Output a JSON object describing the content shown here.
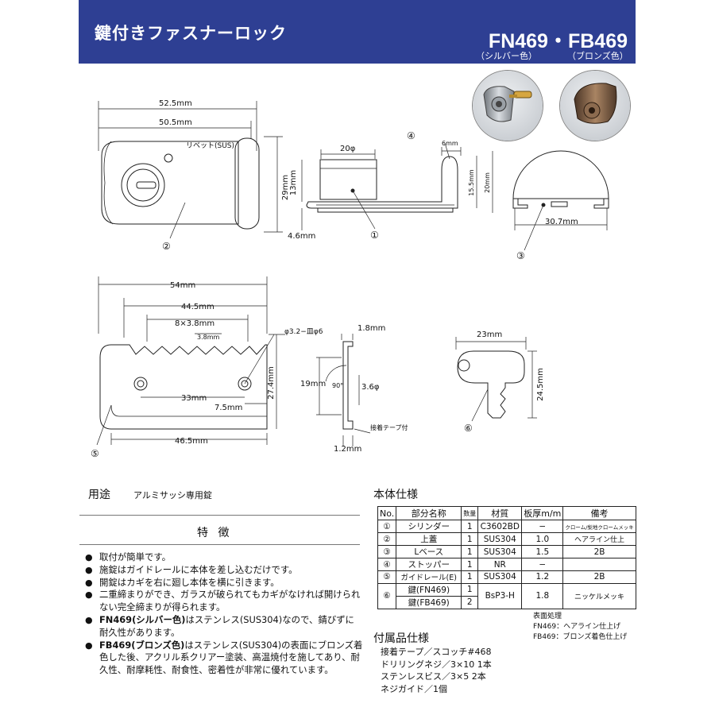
{
  "header": {
    "title": "鍵付きファスナーロック",
    "model": "FN469・FB469",
    "variant1": "（シルバー色）",
    "variant2": "（ブロンズ色）"
  },
  "drawing_labels": {
    "top_overall_width": "52.5mm",
    "top_inner_width": "50.5mm",
    "rivet": "リベット(SUS)",
    "top_height": "29mm",
    "side_dia": "20φ",
    "side_height": "13mm",
    "side_base": "4.6mm",
    "stopper_width": "6mm",
    "stopper_h1": "15.5mm",
    "stopper_h2": "20mm",
    "base_width": "30.7mm",
    "rail_total": "54mm",
    "rail_44": "44.5mm",
    "rail_pitch": "8×3.8mm",
    "rail_tooth": "3.8mm",
    "rail_hole": "φ3.2−皿φ6",
    "rail_hole_spacing": "33mm",
    "rail_edge": "7.5mm",
    "rail_height": "27.4mm",
    "rail_bottom": "46.5mm",
    "section_thick": "1.8mm",
    "section_height": "19mm",
    "section_angle": "90°",
    "section_dia": "3.6φ",
    "section_tape": "接着テープ付",
    "section_base": "1.2mm",
    "key_width": "23mm",
    "key_height": "24.5mm",
    "n1": "①",
    "n2": "②",
    "n3": "③",
    "n4": "④",
    "n5": "⑤",
    "n6": "⑥"
  },
  "usage": {
    "label": "用途",
    "value": "アルミサッシ専用錠"
  },
  "features": {
    "title": "特 徴",
    "items": [
      "取付が簡単です。",
      "施錠はガイドレールに本体を差し込むだけです。",
      "開錠はカギを右に廻し本体を横に引きます。",
      "二重締まりができ、ガラスが破られてもカギがなければ開けられない完全締まりが得られます。"
    ],
    "fn_bold": "FN469(シルバー色)",
    "fn_text": "はステンレス(SUS304)なので、錆びずに耐久性があります。",
    "fb_bold": "FB469(ブロンズ色)",
    "fb_text": "はステンレス(SUS304)の表面にブロンズ着色した後、アクリル系クリアー塗装、高温焼付を施してあり、耐久性、耐摩耗性、耐食性、密着性が非常に優れています。"
  },
  "spec": {
    "title": "本体仕様",
    "headers": [
      "No.",
      "部分名称",
      "数量",
      "材質",
      "板厚m/m",
      "備考"
    ],
    "rows": [
      [
        "①",
        "シリンダー",
        "1",
        "C3602BD",
        "−",
        "クローム/梨地クロームメッキ"
      ],
      [
        "②",
        "上蓋",
        "1",
        "SUS304",
        "1.0",
        "ヘアライン仕上"
      ],
      [
        "③",
        "Lベース",
        "1",
        "SUS304",
        "1.5",
        "2B"
      ],
      [
        "④",
        "ストッパー",
        "1",
        "NR",
        "−",
        ""
      ],
      [
        "⑤",
        "ガイドレール(E)",
        "1",
        "SUS304",
        "1.2",
        "2B"
      ]
    ],
    "key_no": "⑥",
    "key1": "鍵(FN469)",
    "key1_qty": "1",
    "key2": "鍵(FB469)",
    "key2_qty": "2",
    "key_material": "BsP3-H",
    "key_thick": "1.8",
    "key_note": "ニッケルメッキ"
  },
  "surface": {
    "title": "表面処理",
    "fn": "FN469：ヘアライン仕上げ",
    "fb": "FB469：ブロンズ着色仕上げ"
  },
  "accessories": {
    "title": "付属品仕様",
    "items": [
      "接着テープ／スコッチ#468",
      "ドリリングネジ／3×10 1本",
      "ステンレスビス／3×5 2本",
      "ネジガイド／1個"
    ]
  },
  "colors": {
    "header_bg": "#2e3f93",
    "silver": "#b8bcc2",
    "bronze": "#8a6a4e"
  }
}
